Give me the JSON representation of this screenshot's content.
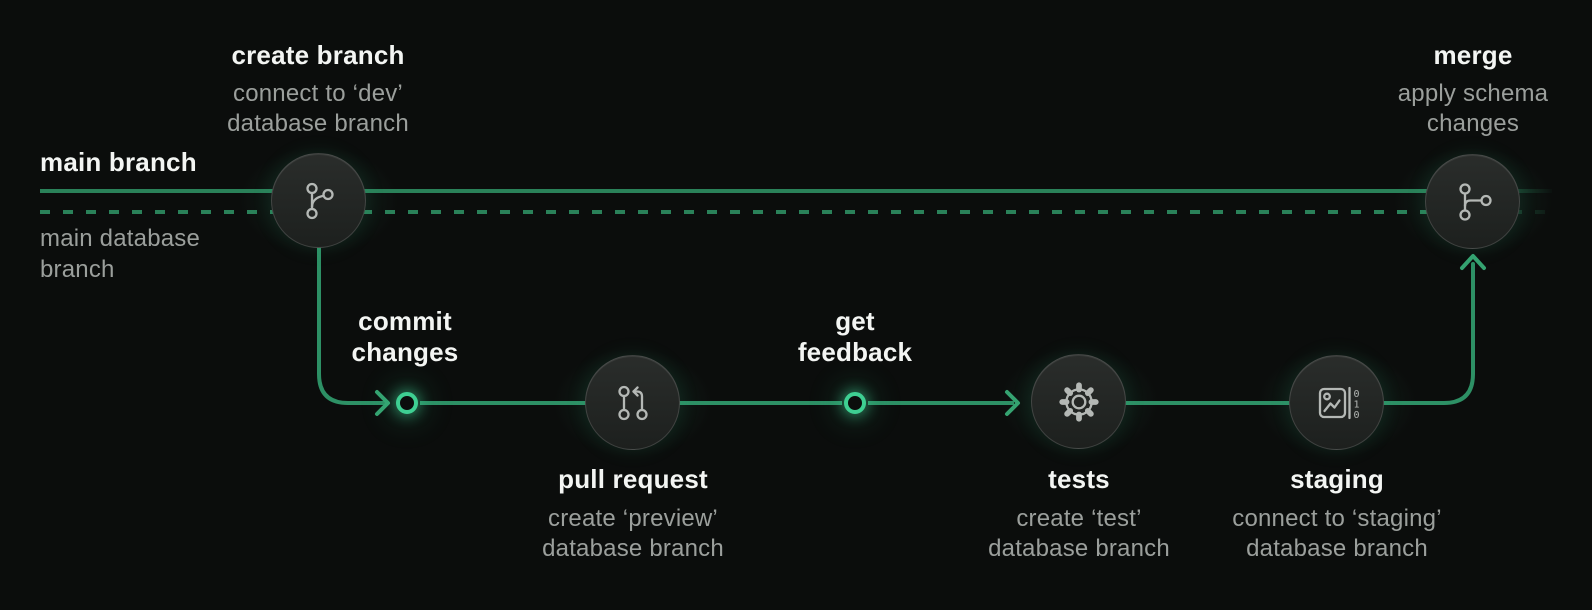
{
  "colors": {
    "background": "#0b0d0c",
    "main_line_green": "#2a8159",
    "flow_line_green": "#2d9065",
    "arrow_green": "#35a371",
    "ring_bright_green": "#3ecf92",
    "node_fill": "#222523",
    "icon_stroke": "#b4b8b5",
    "title_text": "#f3f5f3",
    "subtitle_text": "#9b9f9c"
  },
  "lanes": {
    "main_branch_label": "main branch",
    "main_database_branch_label": "main database\nbranch"
  },
  "nodes": {
    "create_branch": {
      "title": "create branch",
      "subtitle": "connect to ‘dev’\ndatabase branch",
      "icon": "git-branch-icon"
    },
    "commit_changes": {
      "title": "commit\nchanges"
    },
    "pull_request": {
      "title": "pull request",
      "subtitle": "create ‘preview’\ndatabase branch",
      "icon": "git-pull-request-icon"
    },
    "get_feedback": {
      "title": "get\nfeedback"
    },
    "tests": {
      "title": "tests",
      "subtitle": "create ‘test’\ndatabase branch",
      "icon": "gear-icon"
    },
    "staging": {
      "title": "staging",
      "subtitle": "connect to ‘staging’\ndatabase branch",
      "icon": "image-binary-icon",
      "digits": [
        "0",
        "1",
        "0"
      ]
    },
    "merge": {
      "title": "merge",
      "subtitle": "apply schema\nchanges",
      "icon": "git-merge-icon"
    }
  }
}
